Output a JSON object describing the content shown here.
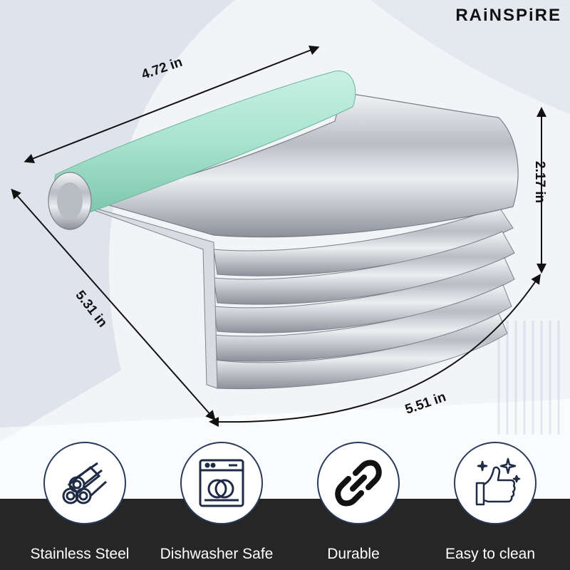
{
  "brand": "RAiNSPiRE",
  "dimensions": {
    "width_top": "4.72 in",
    "length_left": "5.31 in",
    "height_right": "2.17 in",
    "width_bottom": "5.51 in"
  },
  "features": [
    {
      "label": "Stainless Steel",
      "icon": "steel-rods-icon"
    },
    {
      "label": "Dishwasher Safe",
      "icon": "dishwasher-icon"
    },
    {
      "label": "Durable",
      "icon": "chain-link-icon"
    },
    {
      "label": "Easy to clean",
      "icon": "sparkle-thumbs-up-icon"
    }
  ],
  "colors": {
    "handle": "#a8e3cf",
    "steel": "#c9ccd2",
    "bottom_band": "#2a2a2a",
    "icon_stroke": "#1f2a44"
  }
}
